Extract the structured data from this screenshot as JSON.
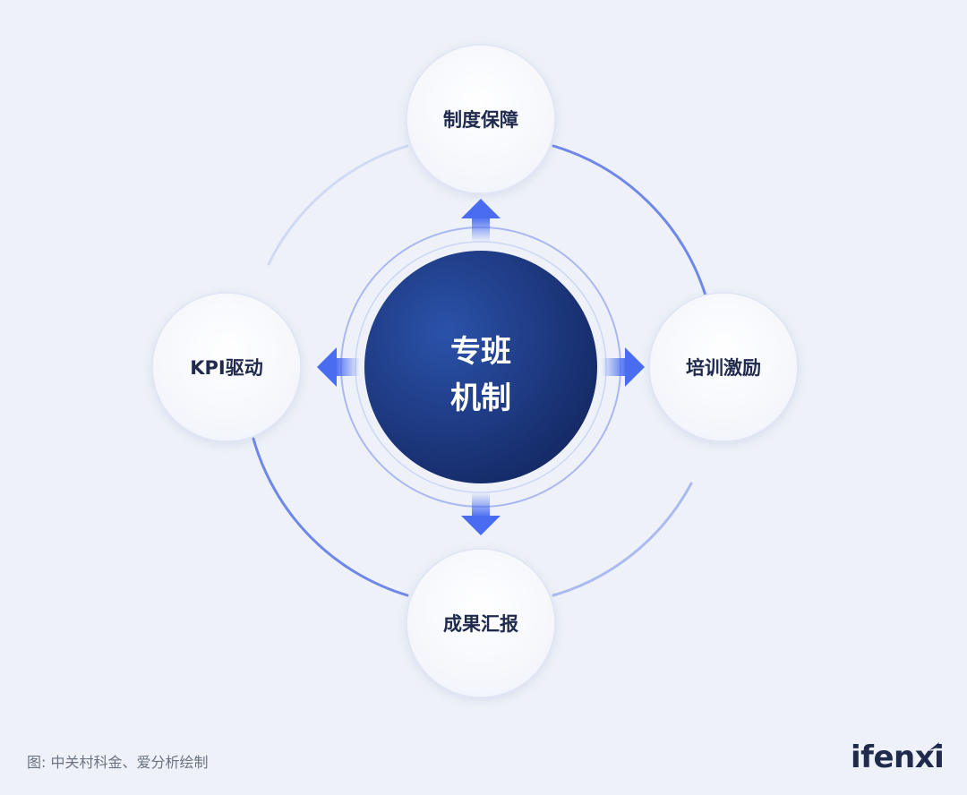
{
  "center": {
    "line1": "专班",
    "line2": "机制"
  },
  "nodes": {
    "top": "制度保障",
    "right": "培训激励",
    "bottom": "成果汇报",
    "left": "KPI驱动"
  },
  "caption": "图: 中关村科金、爱分析绘制",
  "logo": "ifenxi",
  "colors": {
    "background": "#eef2f8",
    "center_gradient_start": "#2a4fa6",
    "center_gradient_end": "#152a66",
    "arrow": "#4a6cf0",
    "ring": "#4a6cf0",
    "node_fill": "#ffffff",
    "text_dark": "#1f2a4d"
  }
}
